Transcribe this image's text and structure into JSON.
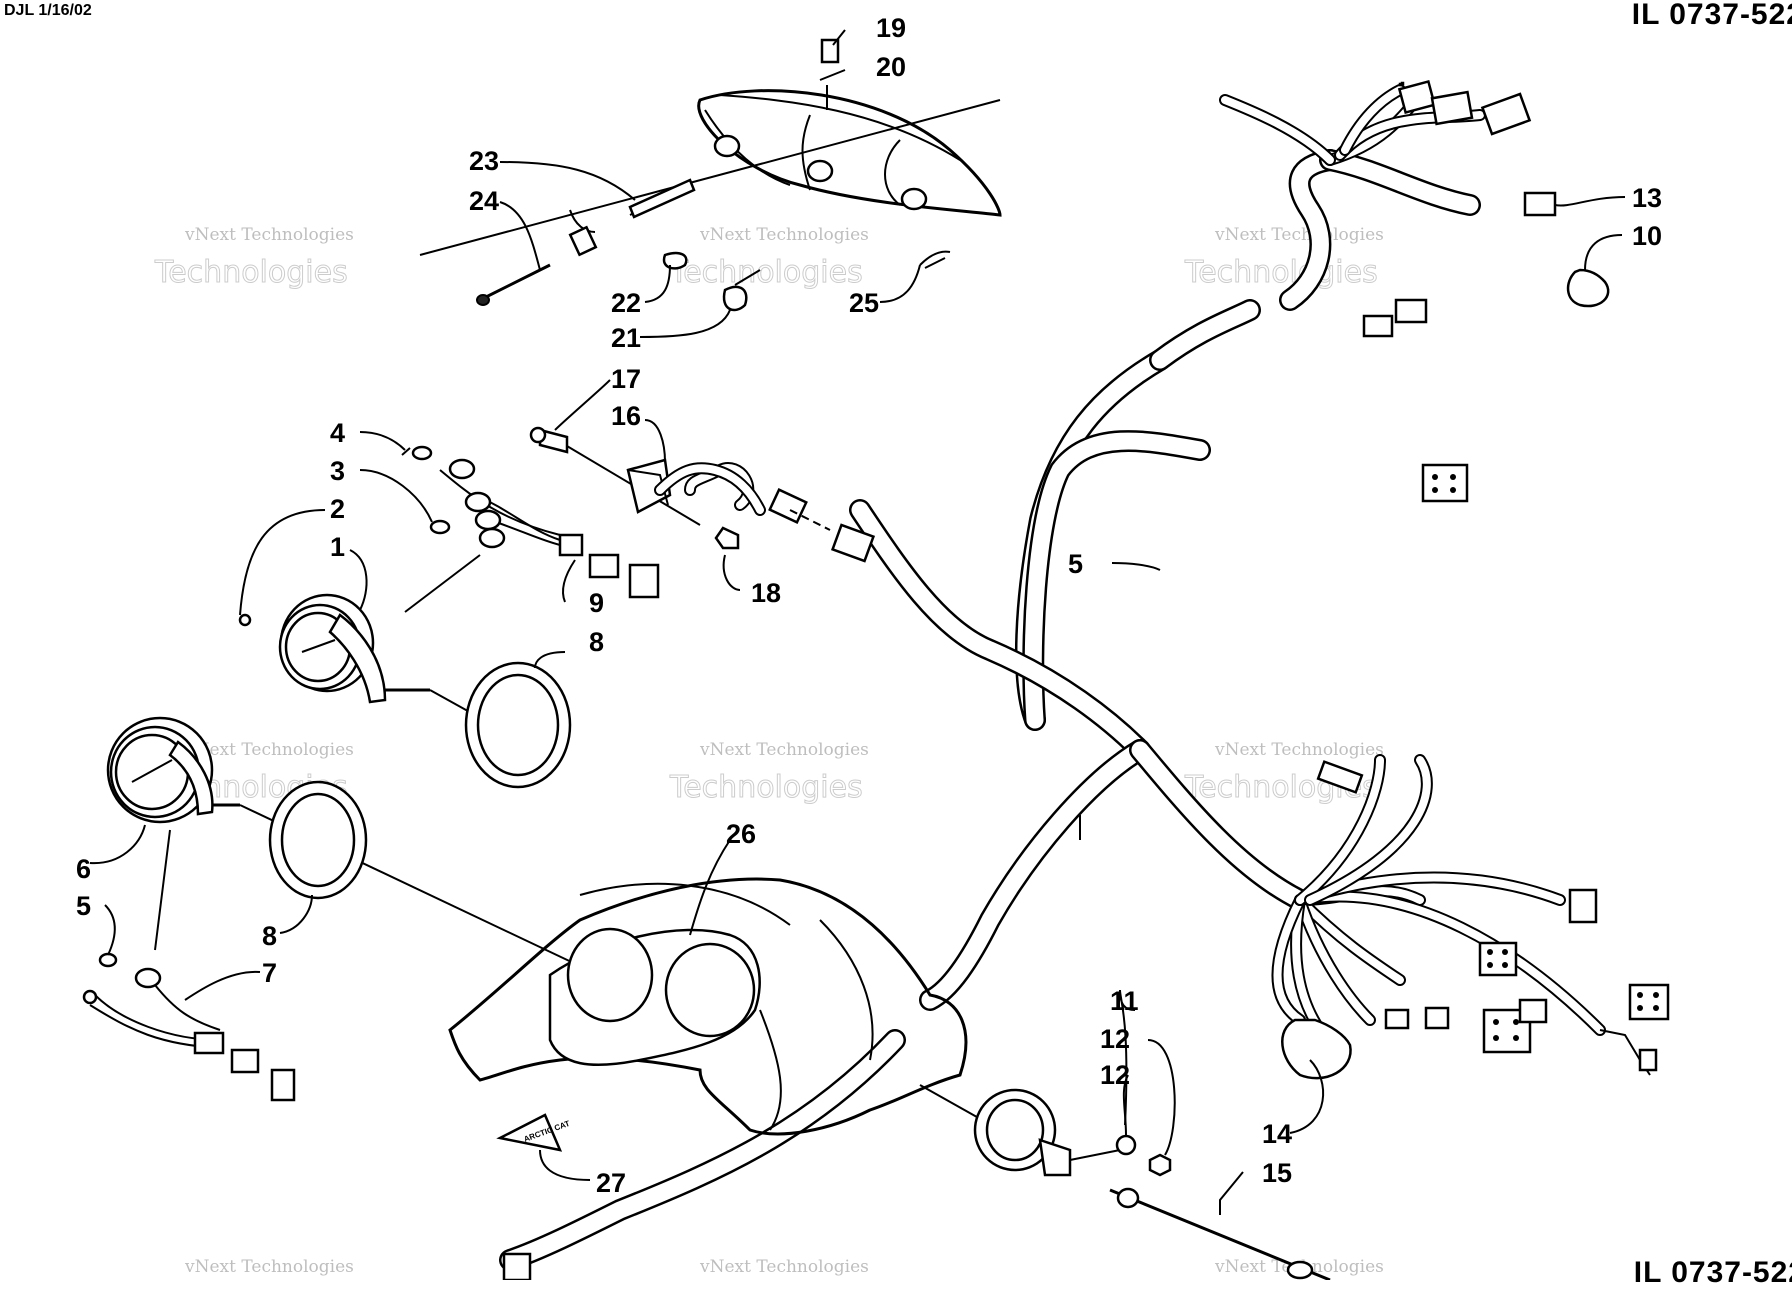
{
  "header": {
    "left_code": "DJL 1/16/02",
    "right_code": "IL 0737-522",
    "bottom_right_code": "IL 0737-522"
  },
  "watermark": {
    "line1": "vNext Technologies",
    "line2": "Technologies"
  },
  "callouts": [
    "1",
    "2",
    "3",
    "4",
    "5",
    "5",
    "6",
    "7",
    "8",
    "8",
    "9",
    "10",
    "11",
    "12",
    "12",
    "13",
    "14",
    "15",
    "16",
    "17",
    "18",
    "19",
    "20",
    "21",
    "22",
    "23",
    "24",
    "25",
    "26",
    "27"
  ],
  "logo_text": "ARCTIC CAT"
}
